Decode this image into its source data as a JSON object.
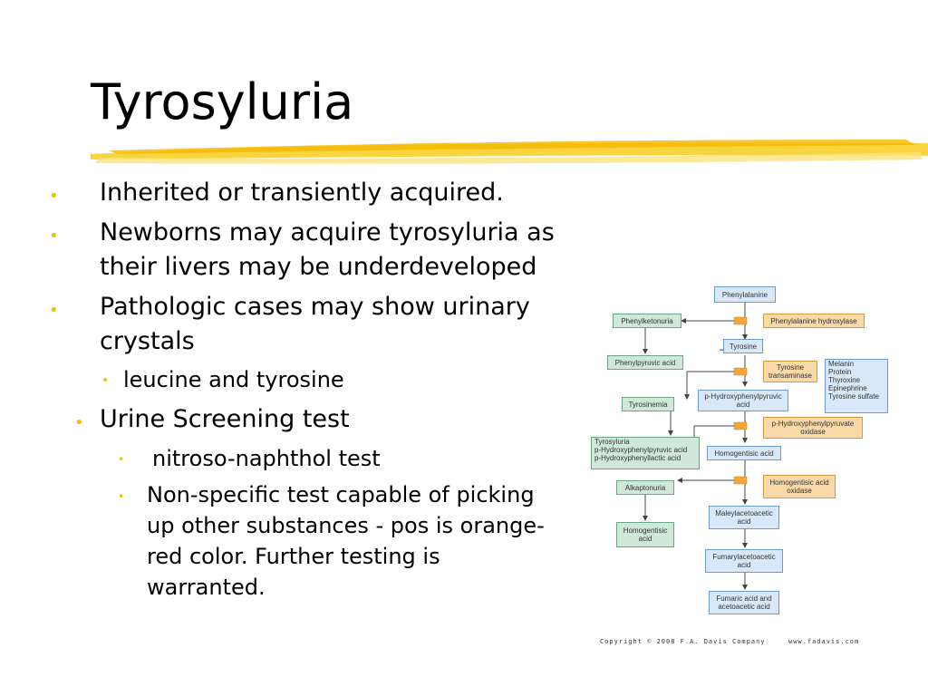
{
  "slide": {
    "title": "Tyrosyluria",
    "bullets": [
      {
        "text_lines": [
          "Inherited or transiently acquired."
        ]
      },
      {
        "text_lines": [
          "Newborns may acquire tyrosyluria as",
          "their livers may be underdeveloped"
        ]
      },
      {
        "text_lines": [
          "Pathologic cases may show urinary",
          "crystals"
        ],
        "sub": [
          "leucine and tyrosine"
        ]
      },
      {
        "text_lines": [
          "Urine Screening test"
        ],
        "sub": [
          "nitroso-naphthol test",
          [
            "Non-specific test capable of picking",
            "up other substances - pos is orange-",
            "red color. Further testing is",
            "warranted."
          ]
        ]
      }
    ],
    "bullet_glyph": "•",
    "accent_color": "#f5c000"
  },
  "diagram": {
    "nodes": {
      "phenylalanine": "Phenylalanine",
      "phenylketonuria": "Phenylketonuria",
      "phe_hydroxylase": "Phenylalanine hydroxylase",
      "tyrosine": "Tyrosine",
      "phenylpyruvic": "Phenylpyruvic acid",
      "tyr_transaminase": "Tyrosine transaminase",
      "products": [
        "Melanin",
        "Protein",
        "Thyroxine",
        "Epinephrine",
        "Tyrosine sulfate"
      ],
      "tyrosinemia": "Tyrosinemia",
      "hpp_acid": "p-Hydroxyphenylpyruvic acid",
      "hpp_oxidase": "p-Hydroxyphenylpyruvate oxidase",
      "tyrosyluria": [
        "Tyrosyluria",
        "p-Hydroxyphenylpyruvic acid",
        "p-Hydroxyphenyllactic acid"
      ],
      "homogentisic": "Homogentisic acid",
      "alkaptonuria": "Alkaptonuria",
      "hga_oxidase": "Homogentisic acid oxidase",
      "maleylacetoacetic": "Maleylacetoacetic acid",
      "homogentisic2": "Homogentisic acid",
      "fumarylacetoacetic": "Fumarylacetoacetic acid",
      "fumaric": "Fumaric acid and acetoacetic acid"
    },
    "copyright": "Copyright © 2008 F.A. Davis Company",
    "website": "www.fadavis.com",
    "colors": {
      "blue": "#d8e8f8",
      "green": "#cfe8d8",
      "orange": "#f9d9a8"
    }
  }
}
